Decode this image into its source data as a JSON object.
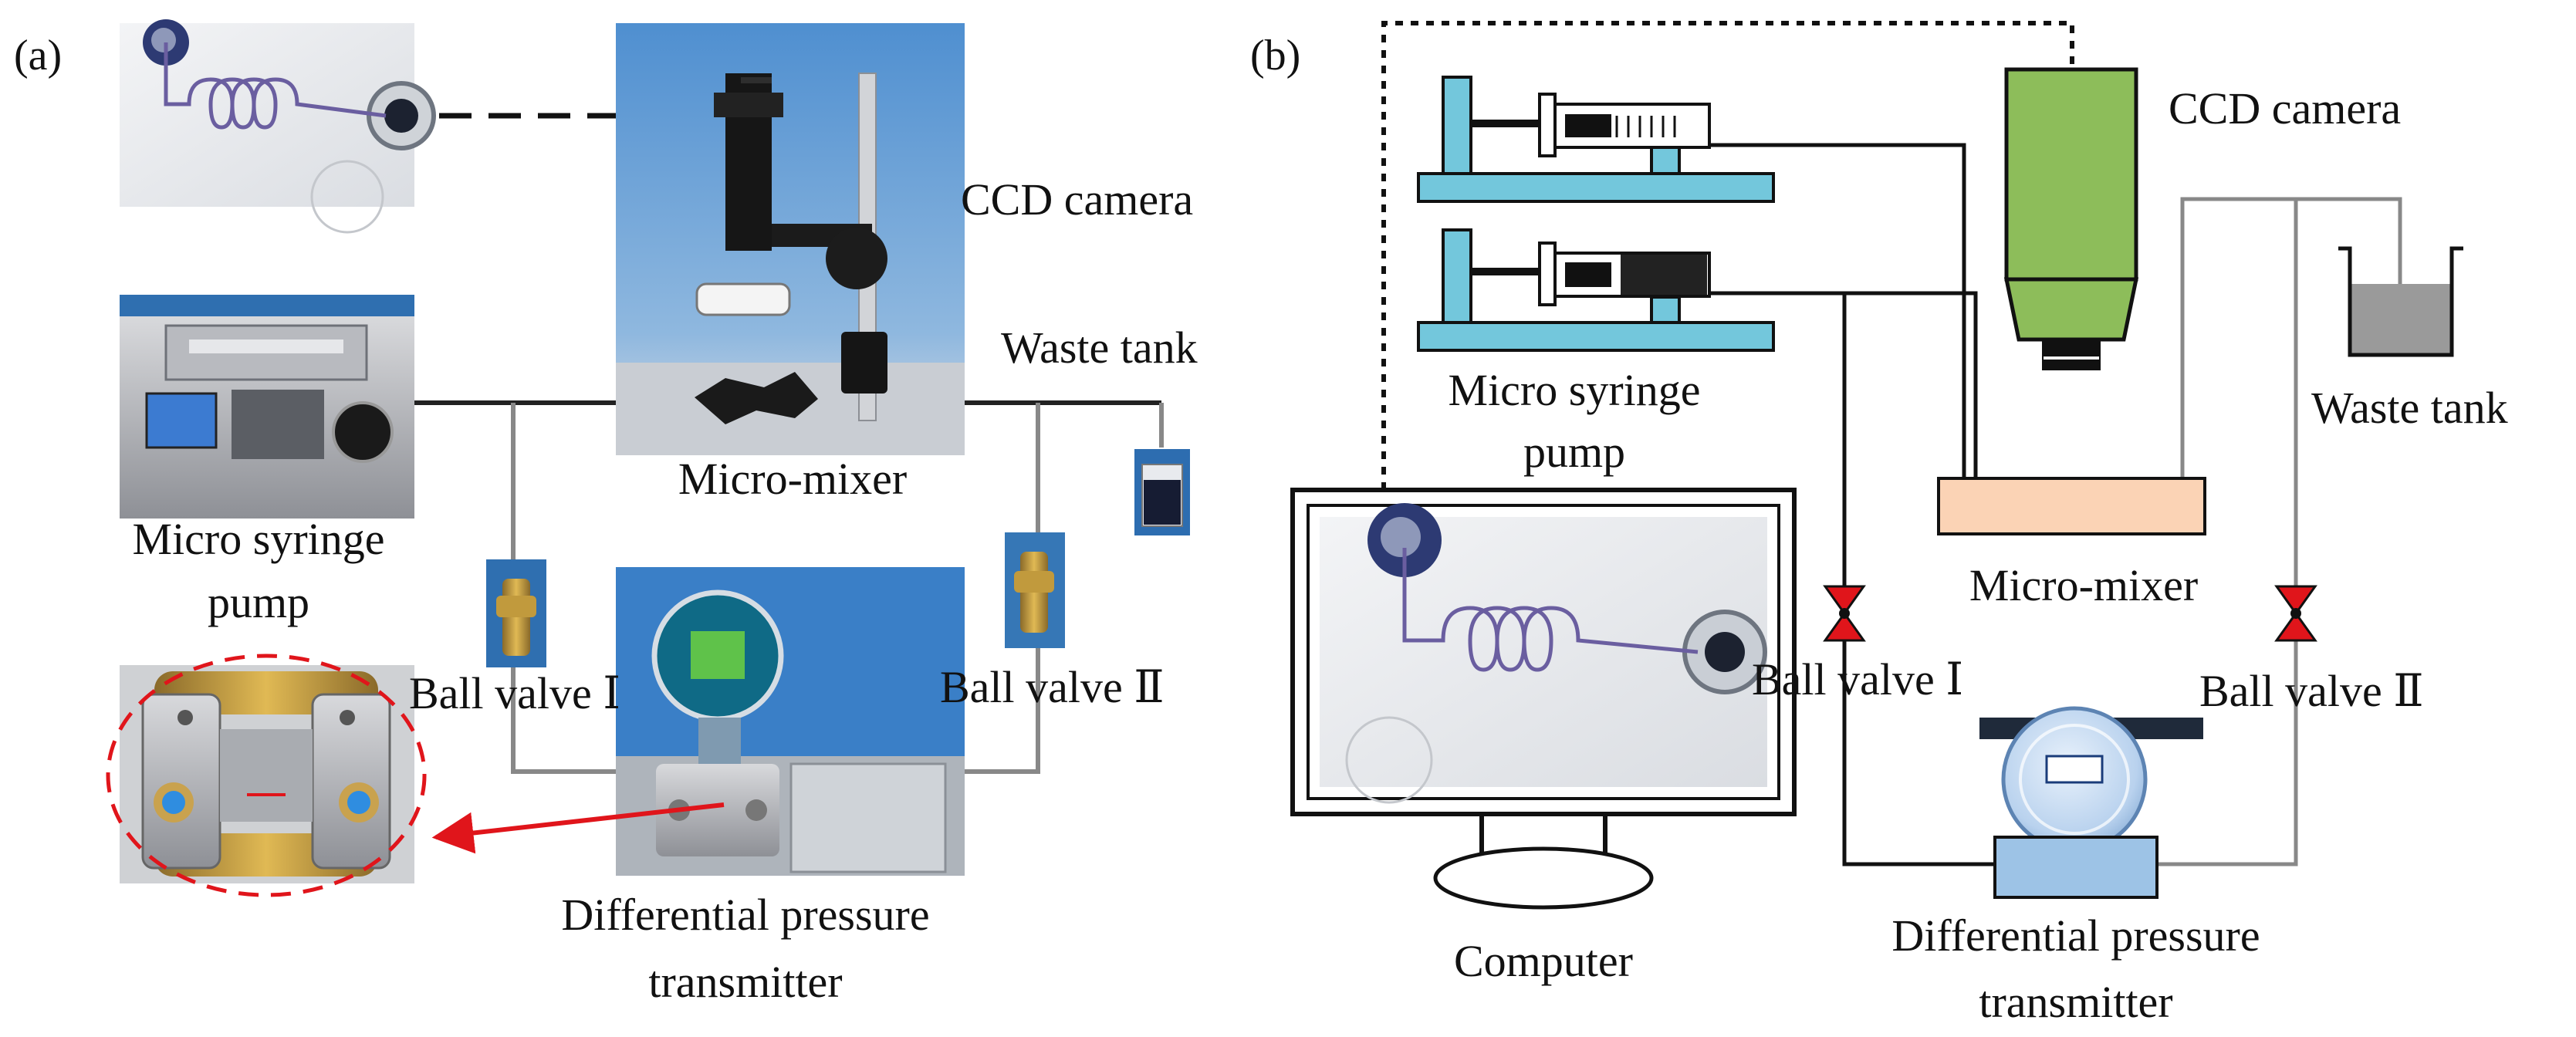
{
  "panel_a": {
    "tag": "(a)",
    "ccd_camera": "CCD camera",
    "waste_tank": "Waste tank",
    "micro_mixer": "Micro-mixer",
    "syringe_pump_line1": "Micro syringe",
    "syringe_pump_line2": "pump",
    "ball_valve_1": "Ball valve Ⅰ",
    "ball_valve_2": "Ball valve Ⅱ",
    "dpt_line1": "Differential pressure",
    "dpt_line2": "transmitter"
  },
  "panel_b": {
    "tag": "(b)",
    "ccd_camera": "CCD camera",
    "waste_tank": "Waste tank",
    "micro_mixer": "Micro-mixer",
    "syringe_pump_line1": "Micro syringe",
    "syringe_pump_line2": "pump",
    "ball_valve_1": "Ball valve Ⅰ",
    "ball_valve_2": "Ball valve Ⅱ",
    "dpt_line1": "Differential pressure",
    "dpt_line2": "transmitter",
    "computer": "Computer"
  },
  "colors": {
    "pump_blue": "#73c7dc",
    "camera_green": "#8dbd5a",
    "mixer_peach": "#fbd3b5",
    "valve_red": "#e0151b",
    "arrow_red": "#e0151b",
    "channel_purple": "#6a5ea0",
    "transmitter_blue": "#9dc3e6"
  }
}
